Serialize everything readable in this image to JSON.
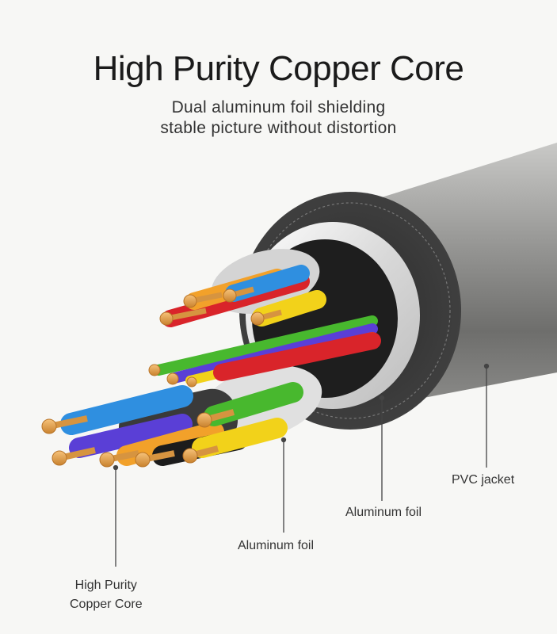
{
  "header": {
    "title": "High Purity Copper Core",
    "subtitle_line1": "Dual aluminum foil shielding",
    "subtitle_line2": "stable picture without distortion"
  },
  "labels": {
    "pvc_jacket": "PVC jacket",
    "aluminum_foil_outer": "Aluminum foil",
    "aluminum_foil_inner": "Aluminum foil",
    "copper_core_line1": "High Purity",
    "copper_core_line2": "Copper Core"
  },
  "colors": {
    "background": "#f7f7f5",
    "jacket": "#8a8a88",
    "jacket_dark": "#3a3a3a",
    "foil": "#e6e6e6",
    "copper": "#e3a04a",
    "wire_blue": "#2f8fe0",
    "wire_yellow": "#f2d21a",
    "wire_red": "#d9242a",
    "wire_green": "#48b82e",
    "wire_purple": "#5a3fd6",
    "wire_orange": "#f2a12a",
    "wire_black": "#1c1c1c"
  }
}
